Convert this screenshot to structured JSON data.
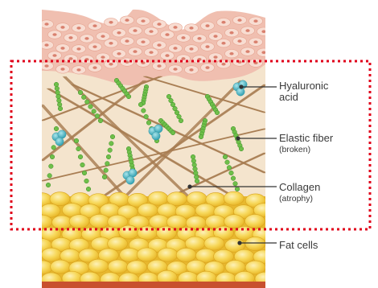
{
  "labels": {
    "hyaluronic": {
      "main": "Hyaluronic",
      "line2": "acid"
    },
    "elastic": {
      "main": "Elastic fiber",
      "sub": "(broken)"
    },
    "collagen": {
      "main": "Collagen",
      "sub": "(atrophy)"
    },
    "fat": {
      "main": "Fat cells"
    }
  },
  "colors": {
    "highlight_box": "#e0001a",
    "epidermis": "#f0bfb0",
    "epidermis_cell": "#f8ddd2",
    "epidermis_nucleus": "#d9806e",
    "dermis": "#f4e4cd",
    "collagen": "#a87d52",
    "elastic": "#6fbf4a",
    "hyaluronic": "#4ab7c4",
    "fat": "#f4c93a",
    "fat_light": "#fbe79a",
    "leader": "#333333"
  }
}
